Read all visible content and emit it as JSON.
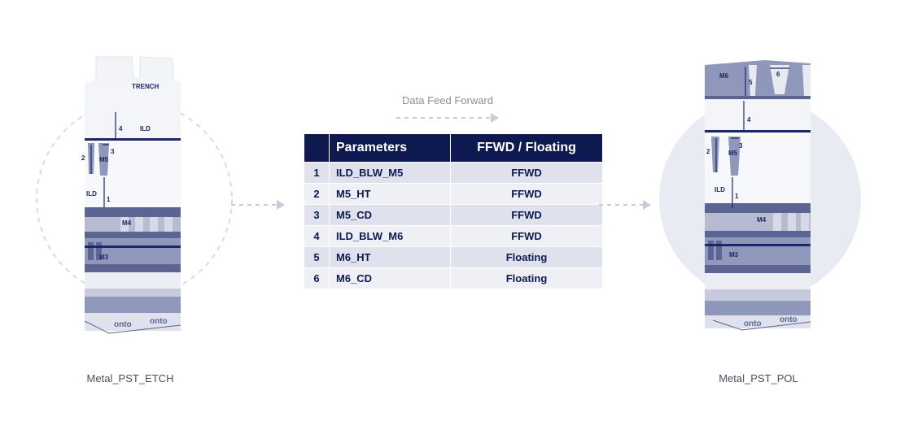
{
  "left_stack": {
    "caption": "Metal_PST_ETCH",
    "labels": {
      "trench": "TRENCH",
      "ild_top": "ILD",
      "ild_mid": "ILD",
      "m5": "M5",
      "m4": "M4",
      "m3": "M3",
      "n1": "1",
      "n2": "2",
      "n3": "3",
      "n4": "4",
      "brand1": "onto",
      "brand2": "onto"
    }
  },
  "right_stack": {
    "caption": "Metal_PST_POL",
    "labels": {
      "m6": "M6",
      "ild": "ILD",
      "m5": "M5",
      "m4": "M4",
      "m3": "M3",
      "n1": "1",
      "n2": "2",
      "n3": "3",
      "n4": "4",
      "n5": "5",
      "n6": "6",
      "brand1": "onto",
      "brand2": "onto"
    }
  },
  "data_feed_forward": {
    "label": "Data Feed Forward"
  },
  "table": {
    "headers": [
      "",
      "Parameters",
      "FFWD / Floating"
    ],
    "rows": [
      {
        "index": "1",
        "parameter": "ILD_BLW_M5",
        "type": "FFWD"
      },
      {
        "index": "2",
        "parameter": "M5_HT",
        "type": "FFWD"
      },
      {
        "index": "3",
        "parameter": "M5_CD",
        "type": "FFWD"
      },
      {
        "index": "4",
        "parameter": "ILD_BLW_M6",
        "type": "FFWD"
      },
      {
        "index": "5",
        "parameter": "M6_HT",
        "type": "Floating"
      },
      {
        "index": "6",
        "parameter": "M6_CD",
        "type": "Floating"
      }
    ]
  },
  "colors": {
    "navy": "#0e1a4f",
    "layer_dark": "#5c6592",
    "layer_mid": "#8f97ba",
    "layer_light": "#c6cadc",
    "arrow_gray": "#c9ccd8",
    "circle_bg": "#e9ebf2"
  }
}
